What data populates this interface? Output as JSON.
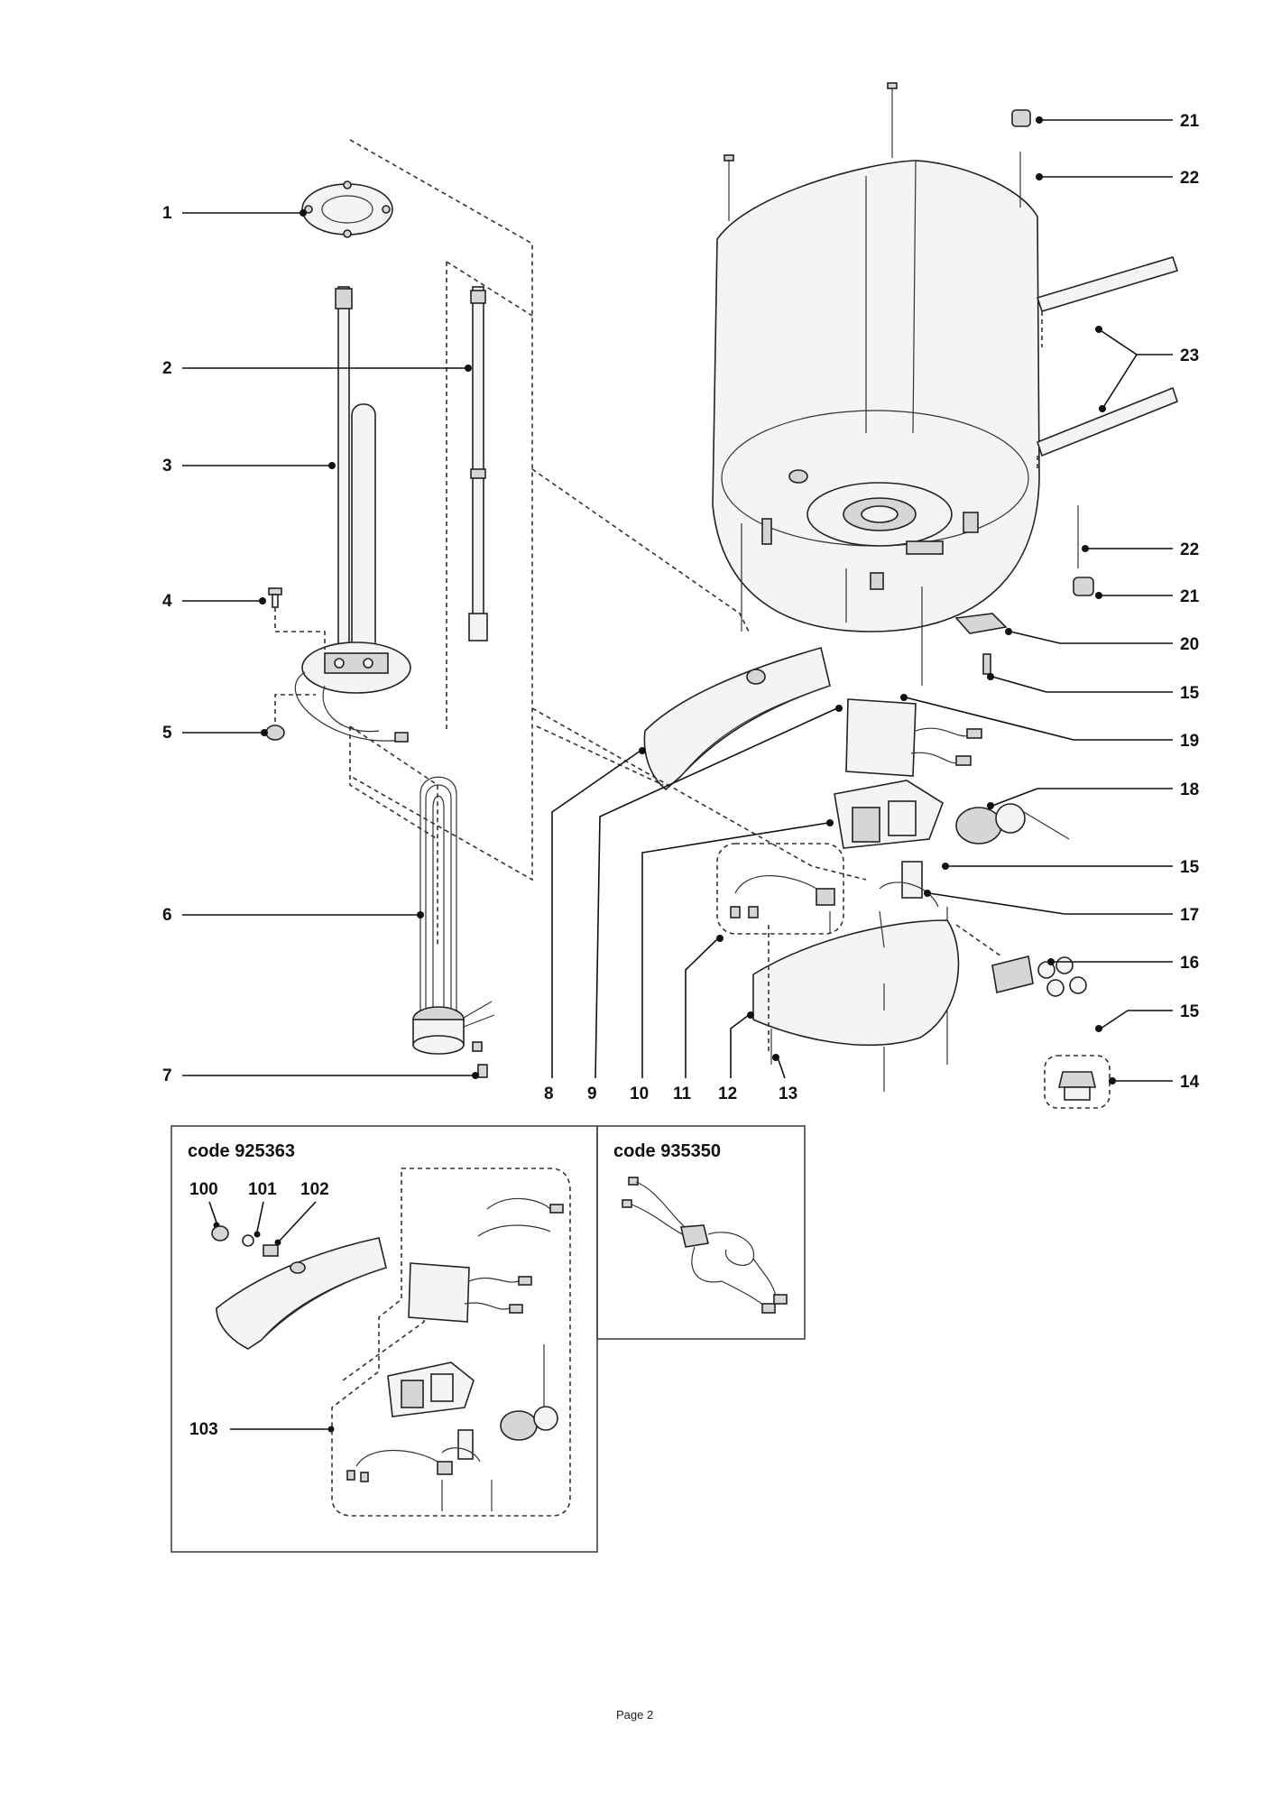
{
  "callouts_left": [
    {
      "num": "1"
    },
    {
      "num": "2"
    },
    {
      "num": "3"
    },
    {
      "num": "4"
    },
    {
      "num": "5"
    },
    {
      "num": "6"
    },
    {
      "num": "7"
    }
  ],
  "callouts_right": [
    {
      "num": "21"
    },
    {
      "num": "22"
    },
    {
      "num": "23"
    },
    {
      "num": "22"
    },
    {
      "num": "21"
    },
    {
      "num": "20"
    },
    {
      "num": "15"
    },
    {
      "num": "19"
    },
    {
      "num": "18"
    },
    {
      "num": "15"
    },
    {
      "num": "17"
    },
    {
      "num": "16"
    },
    {
      "num": "15"
    },
    {
      "num": "14"
    }
  ],
  "callouts_bottom": [
    {
      "num": "8"
    },
    {
      "num": "9"
    },
    {
      "num": "10"
    },
    {
      "num": "11"
    },
    {
      "num": "12"
    },
    {
      "num": "13"
    }
  ],
  "kit_a": {
    "code_label": "code 925363",
    "callouts": [
      {
        "num": "100"
      },
      {
        "num": "101"
      },
      {
        "num": "102"
      },
      {
        "num": "103"
      }
    ]
  },
  "kit_b": {
    "code_label": "code 935350"
  },
  "footer": {
    "page_label": "Page 2"
  }
}
